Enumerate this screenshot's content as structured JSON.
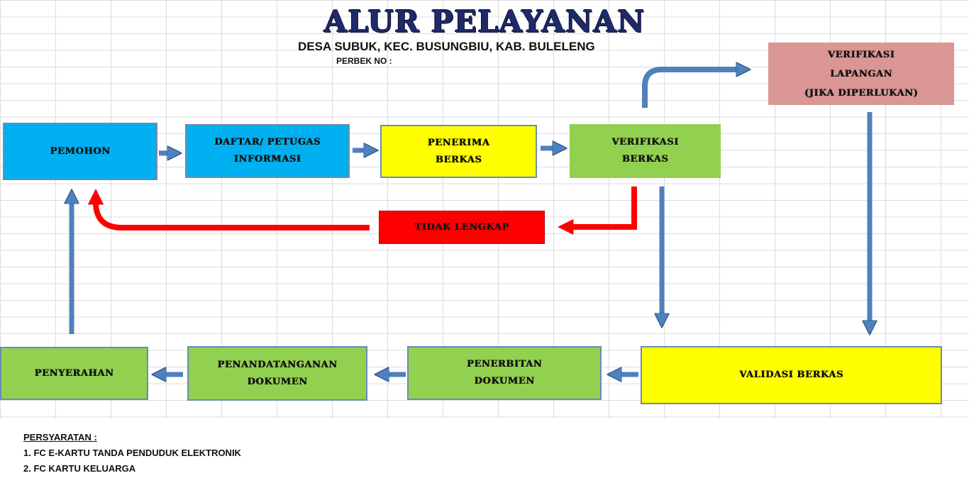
{
  "header": {
    "title": "ALUR PELAYANAN",
    "subtitle": "DESA SUBUK, KEC. BUSUNGBIU, KAB. BULELENG",
    "perbek": "PERBEK NO :"
  },
  "nodes": {
    "pemohon": "PEMOHON",
    "daftar": "DAFTAR/ PETUGAS\nINFORMASI",
    "penerima": "PENERIMA\nBERKAS",
    "verifikasi_berkas": "VERIFIKASI\nBERKAS",
    "verifikasi_lapangan": "VERIFIKASI\nLAPANGAN\n(JIKA DIPERLUKAN)",
    "tidak_lengkap": "TIDAK LENGKAP",
    "validasi": "VALIDASI BERKAS",
    "penerbitan": "PENERBITAN\nDOKUMEN",
    "penandatanganan": "PENANDATANGANAN\nDOKUMEN",
    "penyerahan": "PENYERAHAN"
  },
  "requirements": {
    "title": "PERSYARATAN :",
    "items": [
      "1. FC E-KARTU TANDA PENDUDUK  ELEKTRONIK",
      "2. FC KARTU KELUARGA"
    ]
  },
  "colors": {
    "blue_box": "#00b0f0",
    "yellow_box": "#ffff00",
    "green_box": "#92d050",
    "red_box": "#ff0000",
    "pink_box": "#da9694",
    "arrow": "#4f81bd",
    "return_arrow": "#ff0000",
    "title": "#1f2a6b"
  }
}
